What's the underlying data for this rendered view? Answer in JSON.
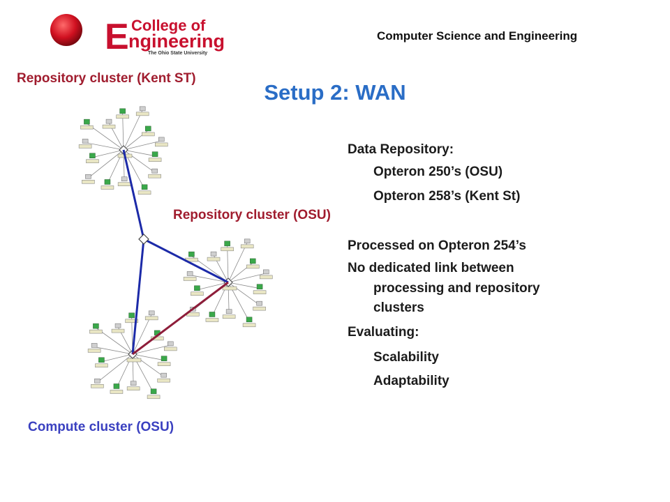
{
  "header": {
    "logo": {
      "letter": "E",
      "line1": "College of",
      "line2": "ngineering",
      "tagline": "The Ohio State University"
    },
    "department": "Computer Science and Engineering"
  },
  "slide": {
    "title": "Setup 2: WAN"
  },
  "diagram": {
    "labels": {
      "kent": "Repository cluster (Kent ST)",
      "osu_repo": "Repository cluster (OSU)",
      "compute": "Compute cluster (OSU)"
    },
    "clusters": [
      "Kent ST repository",
      "OSU repository",
      "OSU compute"
    ],
    "links": [
      {
        "from": "Kent ST repository",
        "to": "WAN router",
        "color": "#1c2aa8"
      },
      {
        "from": "WAN router",
        "to": "OSU repository",
        "color": "#1c2aa8"
      },
      {
        "from": "WAN router",
        "to": "OSU compute",
        "color": "#1c2aa8"
      },
      {
        "from": "OSU compute",
        "to": "OSU repository",
        "color": "#8e1d3a"
      }
    ]
  },
  "bullets": {
    "data_repository": "Data Repository:",
    "opteron_250": "Opteron 250’s (OSU)",
    "opteron_258": "Opteron 258’s (Kent St)",
    "processed": "Processed on Opteron 254’s",
    "no_link_line1": "No dedicated link between",
    "no_link_line2": "processing and repository",
    "no_link_line3": "clusters",
    "evaluating": "Evaluating:",
    "scalability": "Scalability",
    "adaptability": "Adaptability"
  },
  "colors": {
    "title": "#2a6dc6",
    "label_red": "#a01c2e",
    "label_blue": "#3a40c0",
    "link_blue": "#1c2aa8",
    "link_red": "#8e1d3a",
    "logo_red": "#c8102e"
  }
}
